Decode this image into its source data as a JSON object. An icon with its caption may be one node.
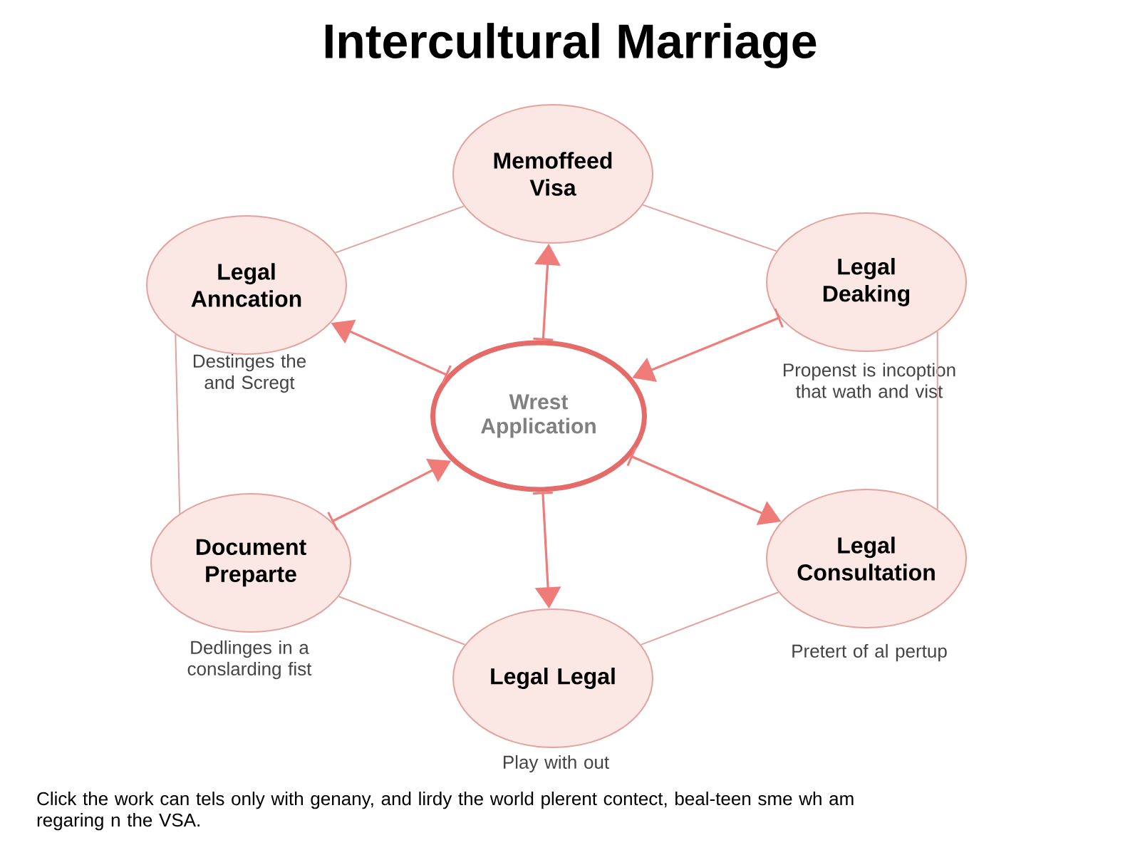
{
  "diagram": {
    "title": "Intercultural Marriage",
    "nodes": [
      {
        "text": [
          "Memoffeed Visa"
        ]
      },
      {
        "text": [
          "Legal Anncation"
        ],
        "beside": [
          "Destinges the and Scregt"
        ]
      },
      {
        "text": [
          "Legal Deaking"
        ],
        "beside": [
          "Propenst is incoption that wath and vist"
        ]
      },
      {
        "text": [
          "Wrest Application"
        ]
      },
      {
        "text": [
          "Document Preparte"
        ],
        "beside": [
          "Dedlinges in a conslarding fist"
        ]
      },
      {
        "text": [
          "Legal Consultation"
        ],
        "beside": [
          "Pretert of al pertup"
        ]
      },
      {
        "text": [
          "Legal Legal"
        ],
        "beside": [
          "Play with out"
        ]
      }
    ],
    "edges": [
      {
        "from": 0,
        "to": 1,
        "arrow": "none"
      },
      {
        "from": 0,
        "to": 2,
        "arrow": "none"
      },
      {
        "from": 1,
        "to": 4,
        "arrow": "none"
      },
      {
        "from": 2,
        "to": 5,
        "arrow": "none"
      },
      {
        "from": 4,
        "to": 6,
        "arrow": "none"
      },
      {
        "from": 5,
        "to": 6,
        "arrow": "none"
      },
      {
        "from": 3,
        "to": 0,
        "arrow": "to",
        "color": "#ef7c78"
      },
      {
        "from": 3,
        "to": 1,
        "arrow": "to",
        "color": "#ef7c78"
      },
      {
        "from": 2,
        "to": 3,
        "arrow": "to",
        "color": "#ef7c78"
      },
      {
        "from": 4,
        "to": 3,
        "arrow": "to",
        "color": "#ef7c78"
      },
      {
        "from": 3,
        "to": 5,
        "arrow": "to",
        "color": "#ef7c78"
      },
      {
        "from": 3,
        "to": 6,
        "arrow": "to",
        "color": "#ef7c78"
      }
    ],
    "caption": "Click the work can tels only with genany, and lirdy the world plerent contect, beal-teen sme wh am regaring n the VSA."
  }
}
